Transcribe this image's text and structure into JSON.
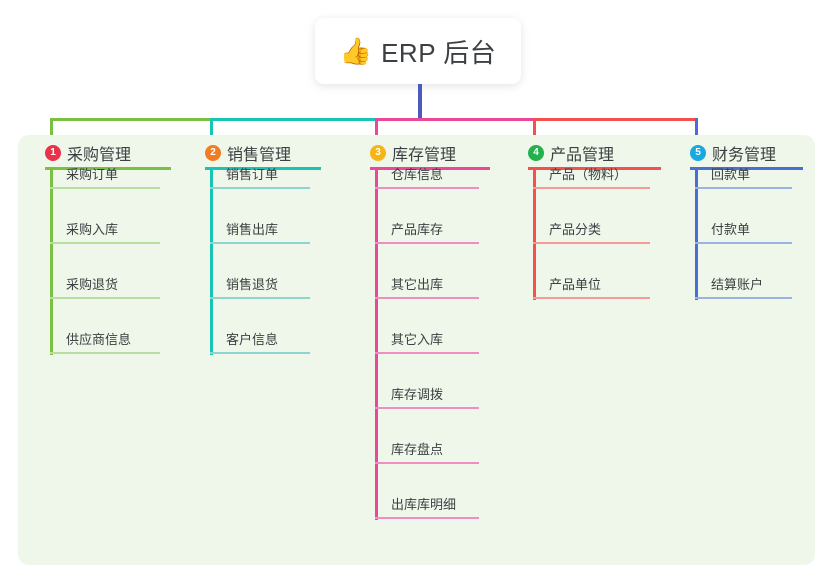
{
  "root": {
    "icon": "thumbs-up-icon",
    "emoji": "👍",
    "title": "ERP 后台"
  },
  "theme": {
    "page_bg": "#ffffff",
    "panel_bg": "#eef7e9",
    "text": "#3c4043",
    "trunk": "#4a5bbf"
  },
  "columns": [
    {
      "number": "1",
      "title": "采购管理",
      "badge_color": "#e8334a",
      "line_color": "#7ac143",
      "leaf_color": "#b7dda0",
      "items": [
        "采购订单",
        "采购入库",
        "采购退货",
        "供应商信息"
      ]
    },
    {
      "number": "2",
      "title": "销售管理",
      "badge_color": "#f07c23",
      "line_color": "#18c5b4",
      "leaf_color": "#8fd4cd",
      "items": [
        "销售订单",
        "销售出库",
        "销售退货",
        "客户信息"
      ]
    },
    {
      "number": "3",
      "title": "库存管理",
      "badge_color": "#f5b51a",
      "line_color": "#ec4899",
      "leaf_color": "#ef8fc0",
      "items": [
        "仓库信息",
        "产品库存",
        "其它出库",
        "其它入库",
        "库存调拨",
        "库存盘点",
        "出库库明细"
      ]
    },
    {
      "number": "4",
      "title": "产品管理",
      "badge_color": "#23b14d",
      "line_color": "#f4514e",
      "leaf_color": "#f59b99",
      "items": [
        "产品（物料）",
        "产品分类",
        "产品单位"
      ]
    },
    {
      "number": "5",
      "title": "财务管理",
      "badge_color": "#1aa8e0",
      "line_color": "#4a6fd4",
      "leaf_color": "#9db2e4",
      "items": [
        "回款单",
        "付款单",
        "结算账户"
      ]
    }
  ]
}
